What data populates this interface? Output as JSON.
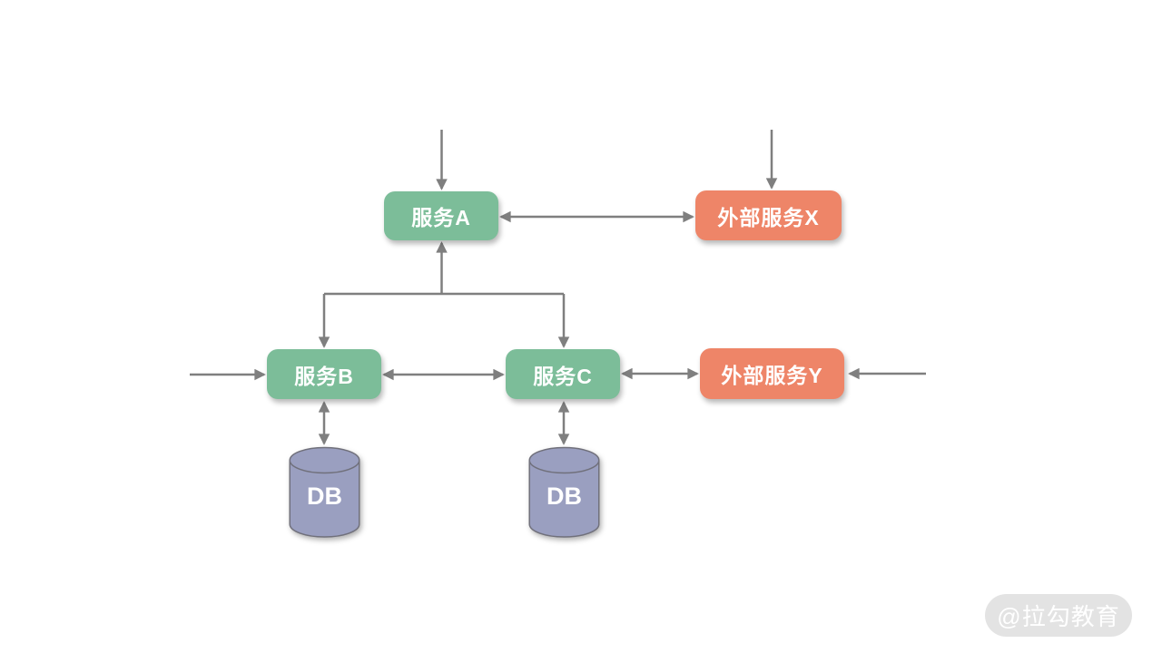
{
  "diagram": {
    "nodes": {
      "service_a": {
        "label": "服务A",
        "type": "service",
        "color": "#7cbd99"
      },
      "service_b": {
        "label": "服务B",
        "type": "service",
        "color": "#7cbd99"
      },
      "service_c": {
        "label": "服务C",
        "type": "service",
        "color": "#7cbd99"
      },
      "external_x": {
        "label": "外部服务X",
        "type": "external",
        "color": "#ee8568"
      },
      "external_y": {
        "label": "外部服务Y",
        "type": "external",
        "color": "#ee8568"
      },
      "db_b": {
        "label": "DB",
        "type": "database",
        "color": "#9a9fc0"
      },
      "db_c": {
        "label": "DB",
        "type": "database",
        "color": "#9a9fc0"
      }
    },
    "edges": [
      {
        "from": "top-inbound",
        "to": "服务A",
        "direction": "uni",
        "arrow": "down into 服务A"
      },
      {
        "from": "top-inbound",
        "to": "外部服务X",
        "direction": "uni",
        "arrow": "down into 外部服务X"
      },
      {
        "between": [
          "服务A",
          "外部服务X"
        ],
        "direction": "bi"
      },
      {
        "from": "branch(服务B,服务C)",
        "to": "服务A",
        "direction": "uni",
        "arrow": "up into 服务A, down into 服务B and 服务C"
      },
      {
        "from": "left-inbound",
        "to": "服务B",
        "direction": "uni",
        "arrow": "right into 服务B"
      },
      {
        "between": [
          "服务B",
          "服务C"
        ],
        "direction": "bi"
      },
      {
        "between": [
          "服务C",
          "外部服务Y"
        ],
        "direction": "bi"
      },
      {
        "from": "right-inbound",
        "to": "外部服务Y",
        "direction": "uni",
        "arrow": "left into 外部服务Y"
      },
      {
        "between": [
          "服务B",
          "DB"
        ],
        "direction": "bi"
      },
      {
        "between": [
          "服务C",
          "DB"
        ],
        "direction": "bi"
      }
    ],
    "colors": {
      "service_fill": "#7cbd99",
      "external_fill": "#ee8568",
      "db_fill": "#9a9fc0",
      "db_stroke": "#70707b",
      "arrow": "#7f7f7f",
      "text": "#ffffff",
      "background": "#ffffff"
    }
  },
  "watermark": {
    "label": "@拉勾教育",
    "background": "#e3e3e3",
    "text_color": "#ffffff"
  }
}
